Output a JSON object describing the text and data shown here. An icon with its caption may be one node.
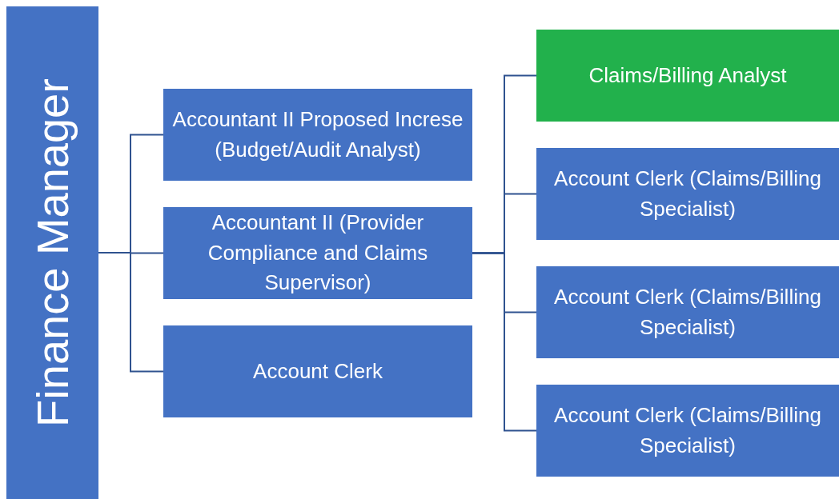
{
  "diagram": {
    "nodes": [
      {
        "text": [
          "Finance Manager"
        ]
      },
      {
        "text": [
          "Accountant II Proposed Increse (Budget/Audit Analyst)"
        ]
      },
      {
        "text": [
          "Accountant II (Provider Compliance and Claims Supervisor)"
        ]
      },
      {
        "text": [
          "Account Clerk"
        ]
      },
      {
        "text": [
          "Claims/Billing Analyst"
        ]
      },
      {
        "text": [
          "Account Clerk (Claims/Billing Specialist)"
        ]
      },
      {
        "text": [
          "Account Clerk (Claims/Billing Specialist)"
        ]
      },
      {
        "text": [
          "Account Clerk (Claims/Billing Specialist)"
        ]
      }
    ],
    "edges": [
      {
        "from": 0,
        "to": 1,
        "arrow": "none"
      },
      {
        "from": 0,
        "to": 2,
        "arrow": "none"
      },
      {
        "from": 0,
        "to": 3,
        "arrow": "none"
      },
      {
        "from": 2,
        "to": 4,
        "arrow": "none"
      },
      {
        "from": 2,
        "to": 5,
        "arrow": "none"
      },
      {
        "from": 2,
        "to": 6,
        "arrow": "none"
      },
      {
        "from": 2,
        "to": 7,
        "arrow": "none"
      }
    ]
  }
}
